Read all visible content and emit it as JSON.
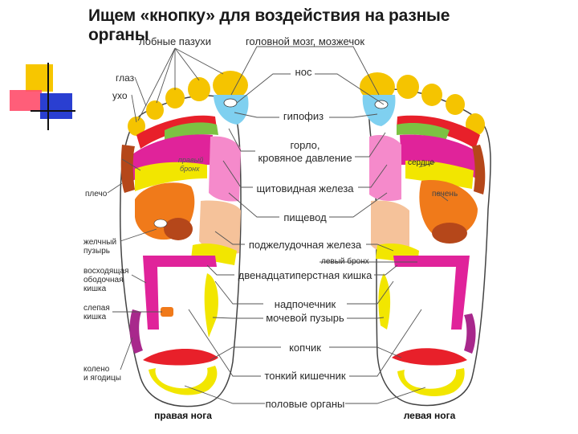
{
  "title": "Ищем «кнопку» для воздействия на разные органы",
  "labels": {
    "frontal_sinuses": "лобные пазухи",
    "brain": "головной мозг, мозжечок",
    "nose": "нос",
    "pituitary": "гипофиз",
    "throat_1": "горло,",
    "throat_2": "кровяное давление",
    "thyroid": "щитовидная железа",
    "esophagus": "пищевод",
    "pancreas": "поджелудочная железа",
    "left_bronchus": "левый бронх",
    "duodenum": "двенадцатиперстная кишка",
    "adrenal": "надпочечник",
    "bladder": "мочевой пузырь",
    "coccyx": "копчик",
    "small_intestine": "тонкий кишечник",
    "genitals": "половые органы",
    "eye": "глаз",
    "ear": "ухо",
    "right_bronchus_1": "правый",
    "right_bronchus_2": "бронх",
    "shoulder": "плечо",
    "gallbladder_1": "желчный",
    "gallbladder_2": "пузырь",
    "ascending_colon_1": "восходящая",
    "ascending_colon_2": "ободочная",
    "ascending_colon_3": "кишка",
    "blind_gut_1": "слепая",
    "blind_gut_2": "кишка",
    "knee_1": "колено",
    "knee_2": "и ягодицы",
    "heart": "сердце",
    "liver": "печень",
    "right_foot": "правая нога",
    "left_foot": "левая нога"
  },
  "colors": {
    "toe_yellow": "#f5c400",
    "sinus_orange": "#f5a000",
    "brain_blue": "#7fd0f0",
    "red": "#e8202a",
    "green": "#7cc242",
    "magenta": "#e0239a",
    "pink": "#f58acb",
    "peach": "#f5c29a",
    "yellow": "#f2e600",
    "orange": "#f07a1a",
    "brown": "#b5471a",
    "violet": "#a8288c",
    "line": "#555555"
  }
}
